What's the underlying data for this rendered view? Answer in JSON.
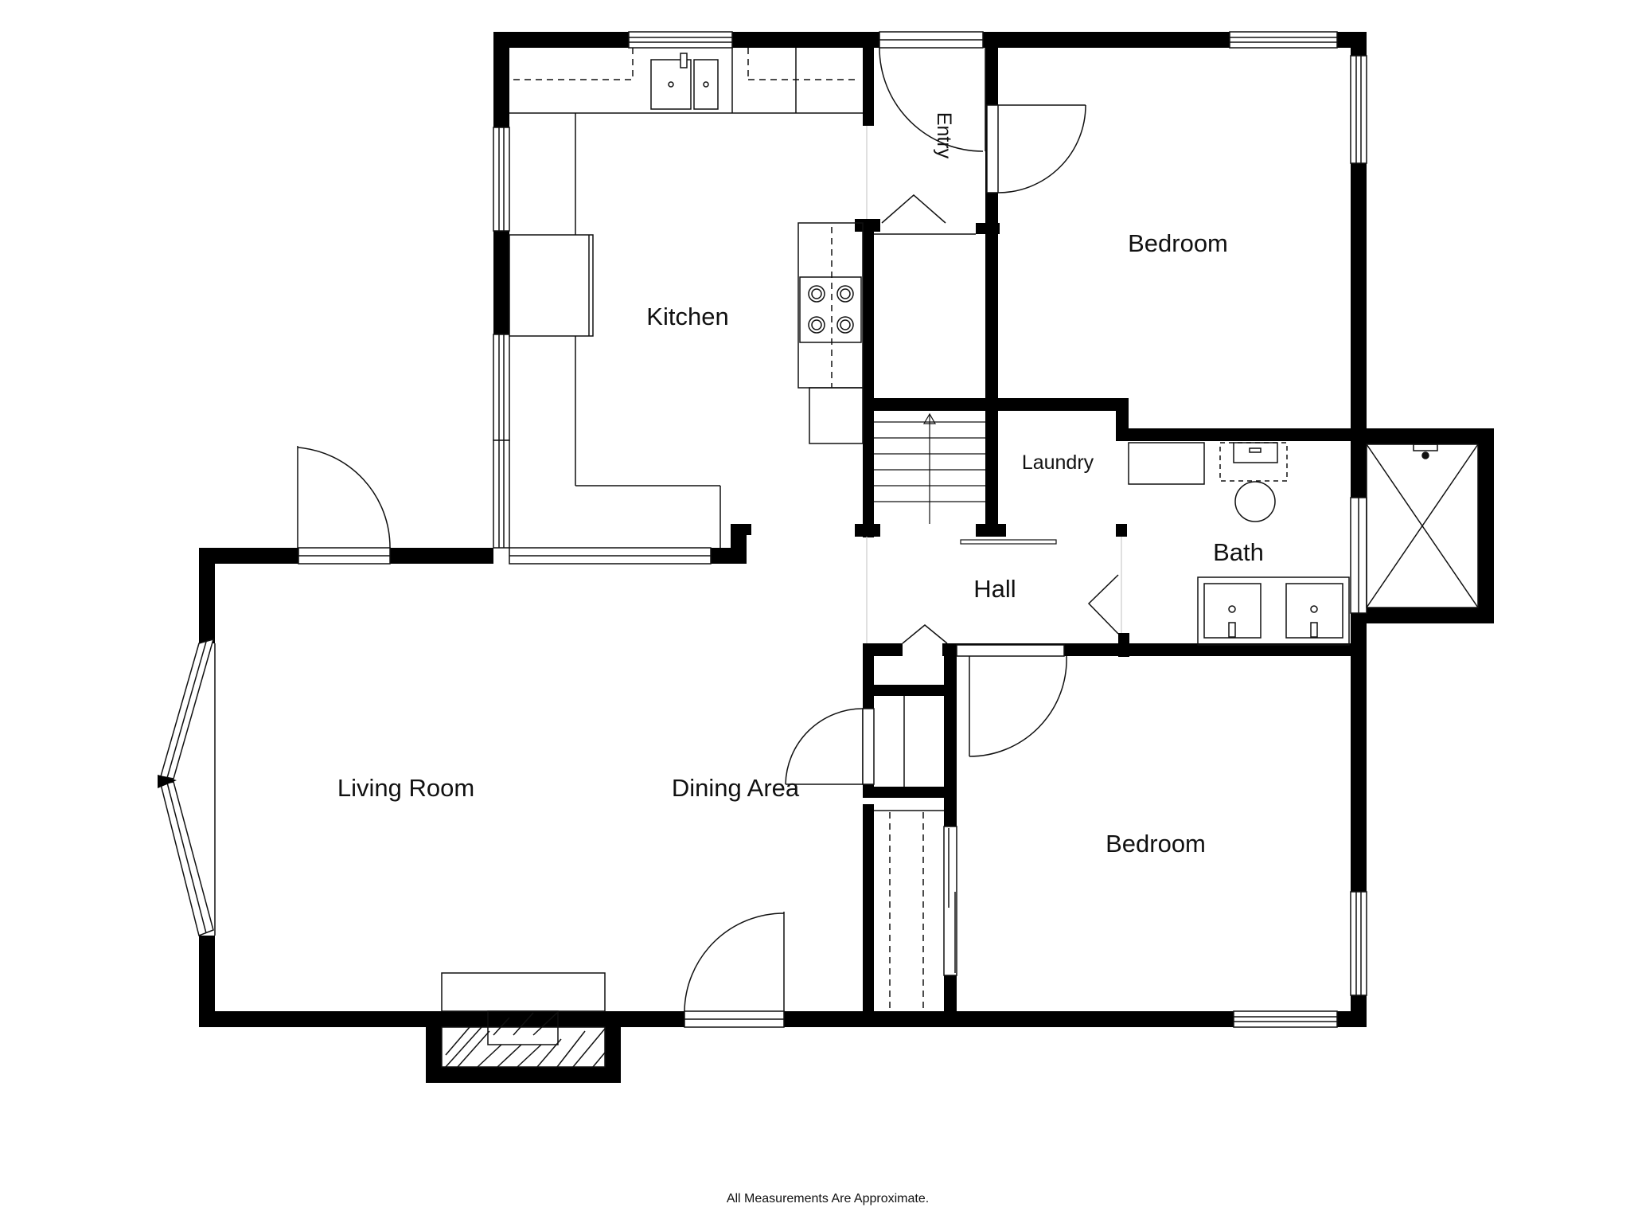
{
  "plan": {
    "rooms": {
      "kitchen": "Kitchen",
      "entry": "Entry",
      "bedroom_top": "Bedroom",
      "laundry": "Laundry",
      "bath": "Bath",
      "hall": "Hall",
      "living_room": "Living Room",
      "dining_area": "Dining Area",
      "bedroom_bottom": "Bedroom"
    },
    "footer_note": "All Measurements Are Approximate."
  },
  "colors": {
    "wall": "#000000",
    "line": "#111111",
    "background": "#ffffff"
  }
}
